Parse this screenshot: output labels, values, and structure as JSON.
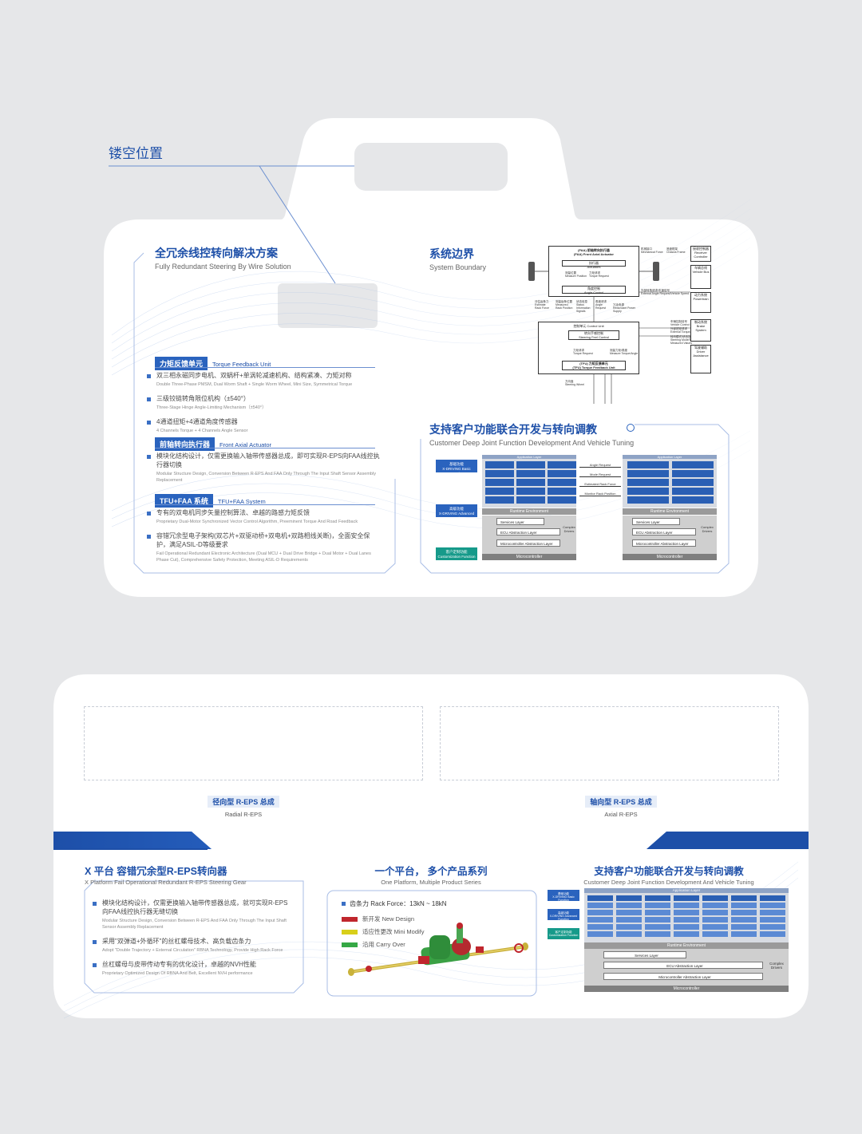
{
  "top_label": "镂空位置",
  "panel1": {
    "title": "全冗余线控转向解决方案",
    "subtitle": "Fully Redundant Steering By Wire Solution",
    "sections": [
      {
        "tag": "力矩反馈单元",
        "tag_en": "Torque Feedback Unit",
        "items": [
          {
            "cn": "双三相永磁同步电机、双蜗杆+单涡轮减速机构、结构紧凑、力矩对称",
            "en": "Double Three-Phase PMSM, Dual Worm Shaft + Single Worm Wheel, Mini Size, Symmetrical Torque"
          },
          {
            "cn": "三级铰链转角限位机构（±540°）",
            "en": "Three-Stage Hinge Angle-Limiting Mechanism（±540°）"
          },
          {
            "cn": "4通道扭矩+4通道角度传感器",
            "en": "4 Channels Torque + 4 Channels Angle Sensor"
          }
        ]
      },
      {
        "tag": "前轴转向执行器",
        "tag_en": "Front Axial Actuator",
        "items": [
          {
            "cn": "模块化结构设计，仅需更换输入轴带传感器总成，即可实现R-EPS向FAA线控执行器切换",
            "en": "Modular Structure Design, Conversion Between R-EPS And FAA Only Through The Input Shaft Sensor Assembly Replacement"
          }
        ]
      },
      {
        "tag": "TFU+FAA 系统",
        "tag_en": "TFU+FAA System",
        "items": [
          {
            "cn": "专有的双电机同步矢量控制算法、卓越的路感力矩反馈",
            "en": "Proprietary Dual-Motor Synchronized Vector Control Algorithm, Preeminent Torque And Road Feedback"
          },
          {
            "cn": "容错冗余型电子架构(双芯片+双驱动桥+双电机+双路相线关断)，全面安全保护，满足ASIL-D等级要求",
            "en": "Fail Operational Redundant Electronic Architecture (Dual MCU + Dual Drive Bridge + Dual Motor + Dual Lanes Phase Cut), Comprehensive Safety Protection, Meeting ASIL-D Requirements"
          }
        ]
      }
    ]
  },
  "system_boundary": {
    "title": "系统边界",
    "subtitle": "System Boundary",
    "faa_title": "(FAA) 前轴转向执行器\n(FAA) Front Axial Actuator",
    "actuators": "执行器\nActuators",
    "measure": "测量位置\nMeasure Position",
    "torque_req": "力矩请求\nTorque Request",
    "angle_ctrl": "角度控制\nAngle Control",
    "control_unit": "控制单元 Control Unit",
    "feel_ctrl": "转向手感控制\nSteering Feel Control",
    "torque_req2": "力矩请求\nTorque Request",
    "measure_torque": "测量力矩/角度\nMeasure Torque/Angle",
    "tfu_title": "(TFU) 力矩反馈单元\n(TFU) Torque Feedback Unit",
    "steering_wheel": "方向盘\nSteering Wheel",
    "mech_force": "机械接口\nMechanical Force",
    "chassis_frame": "底盘框架\nChassis Frame",
    "ext_angle": "外部转角请求/车速信号\nExternal Angle Request/Vehicle Speed",
    "vehicle_ctrl": "车辆控制信号\nVehicle Control Signals",
    "ext_torque": "外部扭矩请求\nExternal Torque/Angle Request",
    "steer_mode": "转向模式/状态及测量值\nSteering Mode/Status And Measured Values",
    "redundant_power": "冗余电源\nRedundant Power Supply",
    "left_labels": [
      "评估齿条力\nEstimate Rack Force",
      "测量齿条位置\nMeasured Rack Position",
      "状态信息\nStatus Information Signals",
      "角度请求\nAngle Request"
    ],
    "side_boxes": [
      "接收控制器\nReceiver Controller",
      "车辆总线\nVehicle Bus",
      "动力系统\nPowertrain",
      "制动系统\nBrake System",
      "驾驶辅助\nDriver Assistance"
    ]
  },
  "customer_dev": {
    "title": "支持客户功能联合开发与转向调教",
    "subtitle": "Customer Deep Joint Function Development And Vehicle Tuning",
    "left_labels": [
      "基础功能\nX-DRIVING Basic Function",
      "高级功能\nX-DRIVING Advanced Function",
      "客户定制功能\nCustomization Function"
    ],
    "app_layer": "Application Layer",
    "runtime": "Runtime Environment",
    "services": "Services Layer",
    "ecu": "ECU Abstraction Layer",
    "mcal": "Microcontroller Abstraction Layer",
    "complex": "Complex Drivers",
    "micro": "Microcontroller",
    "signals": [
      "Angle Request",
      "Mode Request",
      "Estimated Rack Force",
      "Monitor Rack Position"
    ]
  },
  "radial": {
    "cn": "径向型 R-EPS 总成",
    "en": "Radial R-EPS"
  },
  "axial": {
    "cn": "轴向型 R-EPS 总成",
    "en": "Axial R-EPS"
  },
  "x_platform": {
    "title": "X 平台 容错冗余型R-EPS转向器",
    "subtitle": "X  Platform  Fail Operational Redundant R-EPS Steering Gear",
    "items": [
      {
        "cn": "模块化结构设计，仅需更换输入轴带传感器总成，就可实现R-EPS向FAA线控执行器无缝切换",
        "en": "Modular Structure Design, Conversion Between R-EPS And FAA Only Through The Input Shaft Sensor Assembly Replacement"
      },
      {
        "cn": "采用\"双弹道+外循环\"的丝杠螺母技术、高负载齿条力",
        "en": "Adopt \"Double Trajectory + External Circulation\" RBNA Technology, Provide High Rack Force"
      },
      {
        "cn": "丝杠螺母与皮带传动专有的优化设计，卓越的NVH性能",
        "en": "Proprietary Optimized Design Of RBNA And Belt, Excellent NVH performance"
      }
    ]
  },
  "one_platform": {
    "title": "一个平台，  多个产品系列",
    "subtitle": "One Platform, Multiple Product Series",
    "rack_force": "齿条力 Rack Force：13kN ~ 18kN",
    "legend": [
      {
        "label": "新开发 New Design",
        "color": "#c0262d"
      },
      {
        "label": "适应性更改 Mini  Modify",
        "color": "#d8cf1a"
      },
      {
        "label": "沿用 Carry Over",
        "color": "#35a845"
      }
    ]
  },
  "customer_dev2": {
    "title": "支持客户功能联合开发与转向调教",
    "subtitle": "Customer Deep Joint Function Development And Vehicle Tuning"
  }
}
